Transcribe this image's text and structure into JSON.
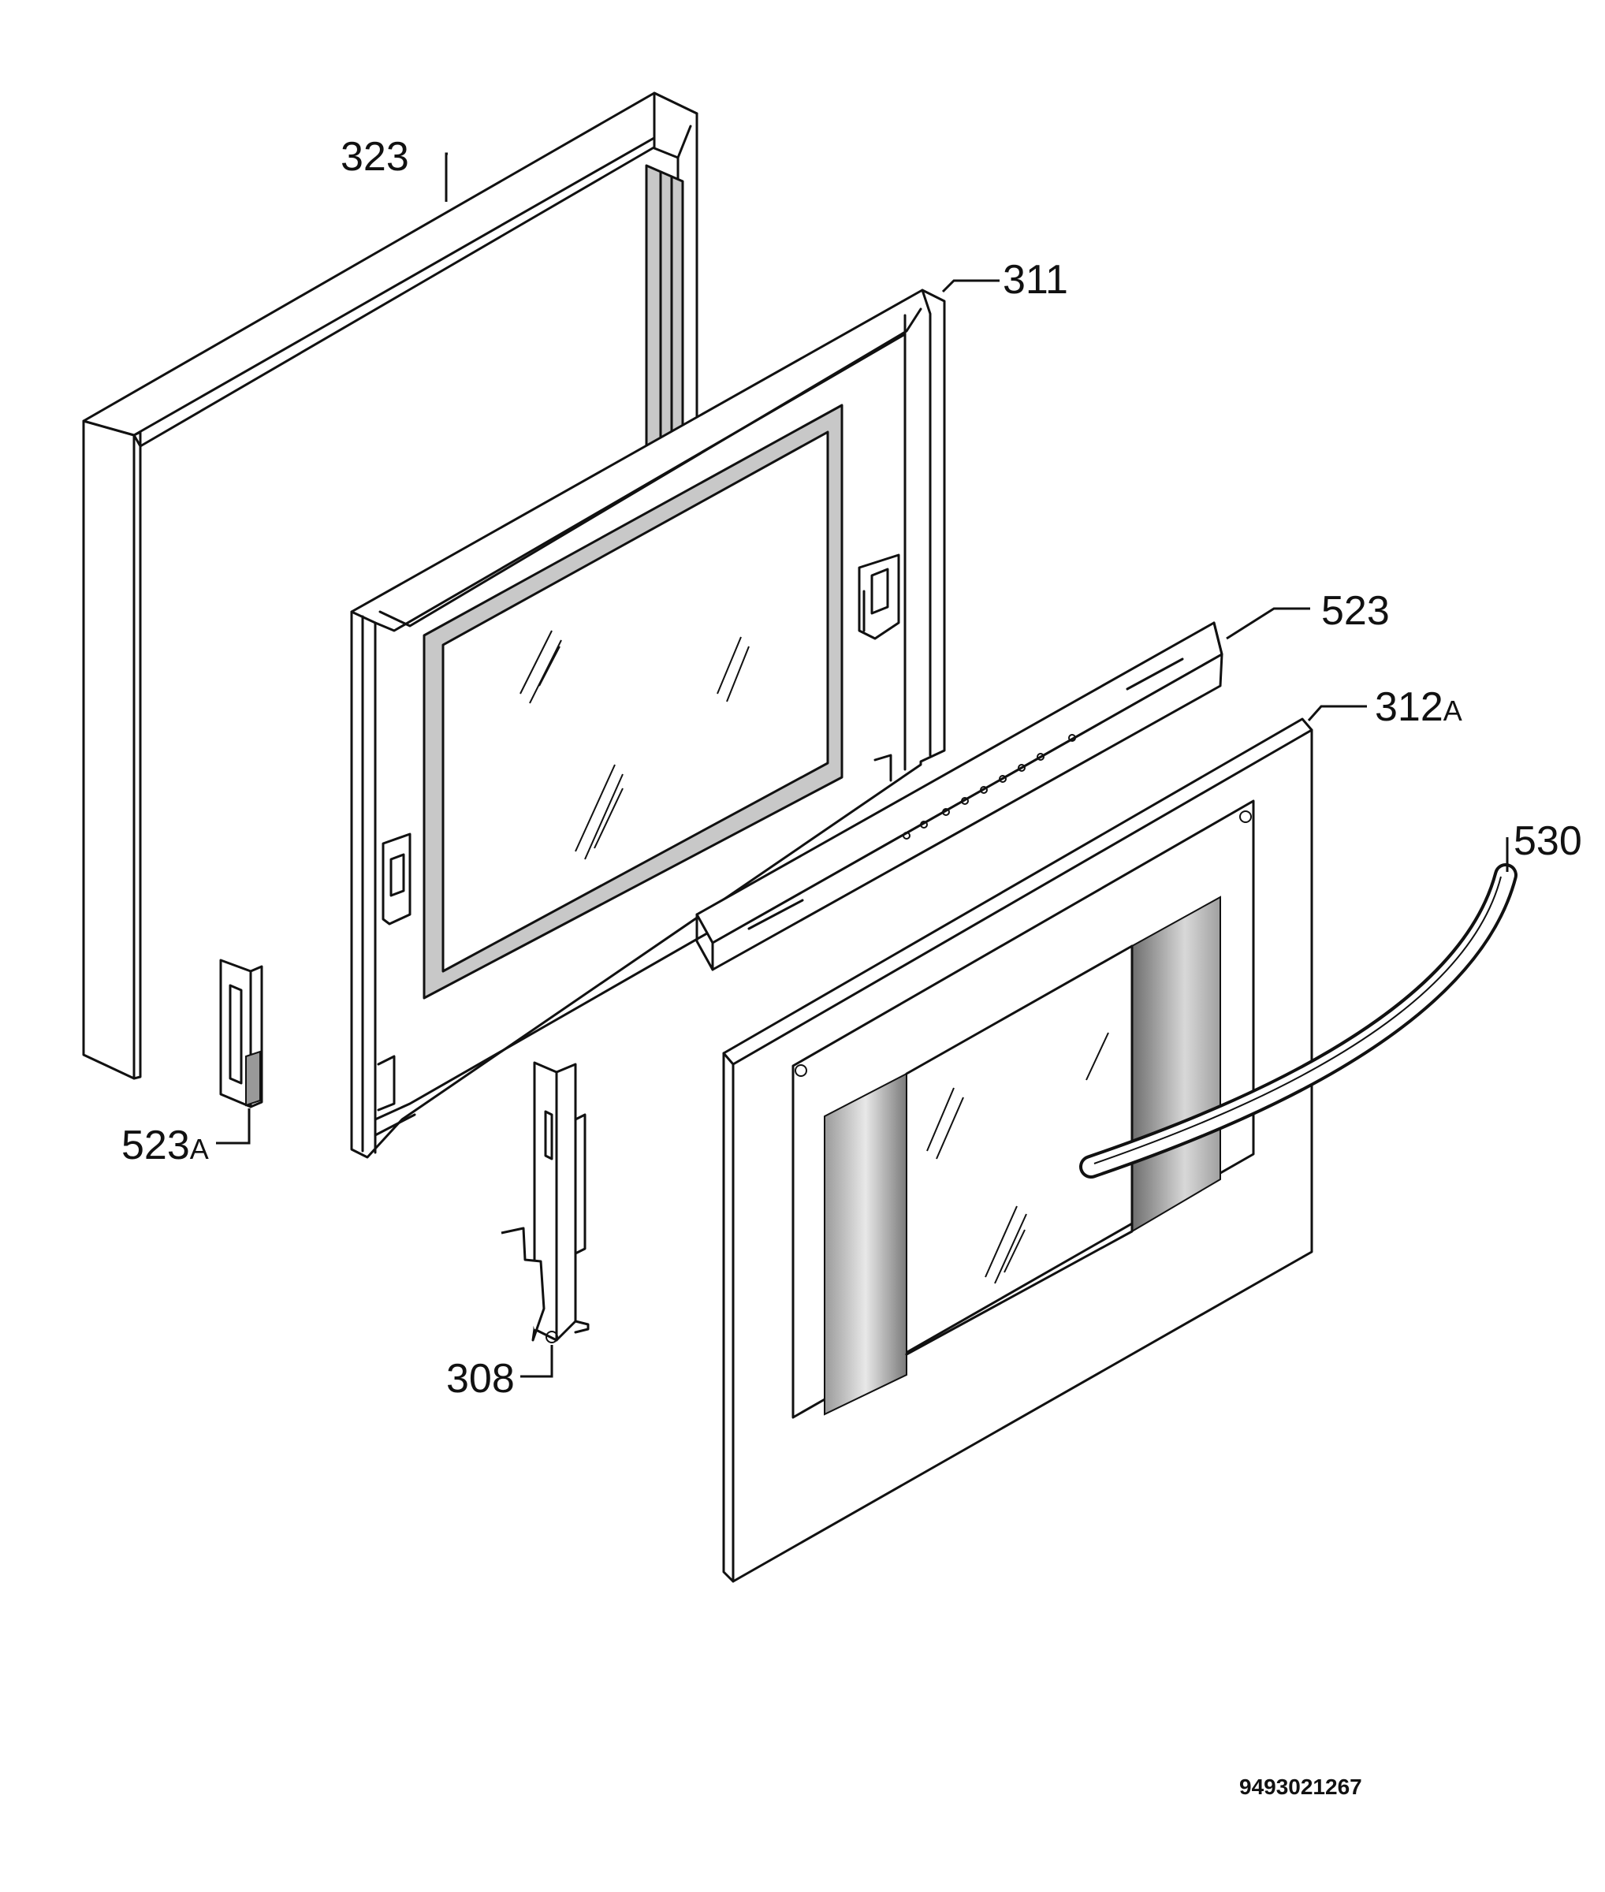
{
  "labels": {
    "p323": "323",
    "p311": "311",
    "p523": "523",
    "p312_num": "312",
    "p312_suffix": "A",
    "p530": "530",
    "p523a_num": "523",
    "p523a_suffix": "A",
    "p308": "308"
  },
  "doc_number": "9493021267"
}
